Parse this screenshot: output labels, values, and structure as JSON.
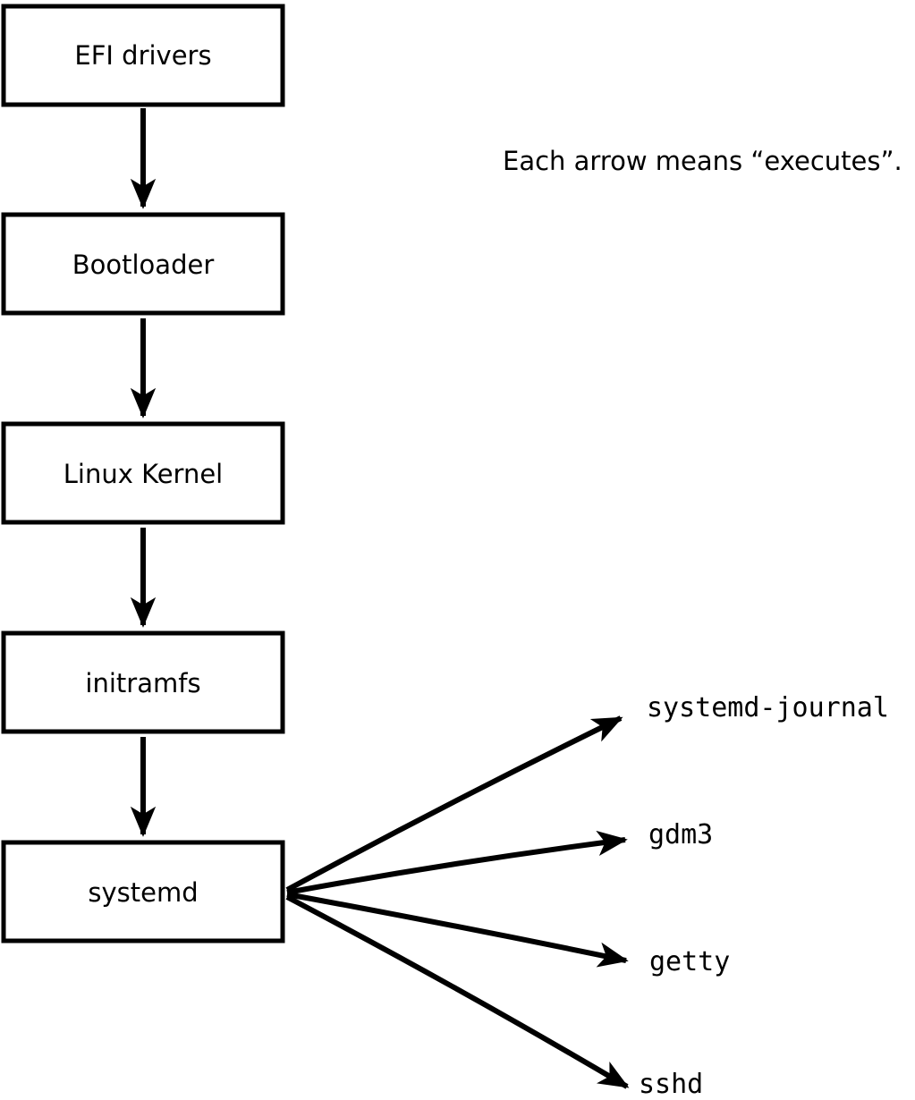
{
  "colors": {
    "ink": "#000000",
    "background": "#ffffff"
  },
  "caption": {
    "text": "Each arrow means “executes”."
  },
  "chain": {
    "nodes": [
      {
        "label": "EFI drivers"
      },
      {
        "label": "Bootloader"
      },
      {
        "label": "Linux Kernel"
      },
      {
        "label": "initramfs"
      },
      {
        "label": "systemd"
      }
    ]
  },
  "spawned": {
    "items": [
      {
        "label": "systemd-journal"
      },
      {
        "label": "gdm3"
      },
      {
        "label": "getty"
      },
      {
        "label": "sshd"
      }
    ]
  }
}
